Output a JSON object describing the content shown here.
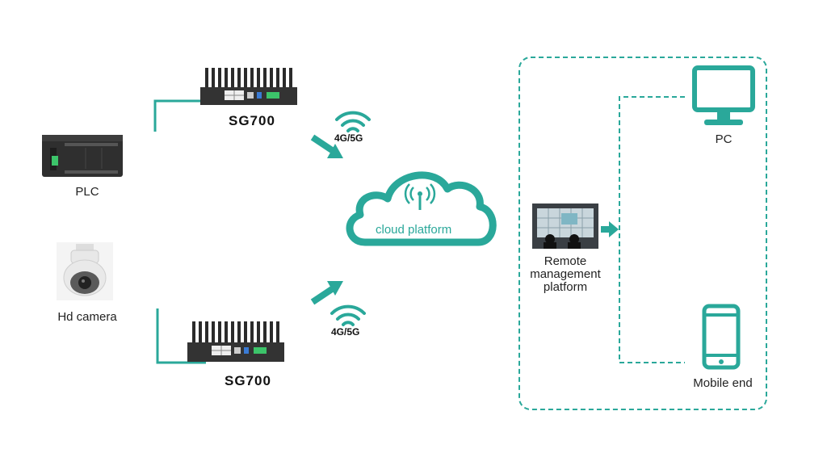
{
  "colors": {
    "accent": "#2aa89a",
    "device_dark": "#2b2b2b",
    "text": "#222222"
  },
  "plc": {
    "label": "PLC",
    "icon": "plc-controller-icon"
  },
  "camera": {
    "label": "Hd camera",
    "icon": "dome-camera-icon"
  },
  "gateway_top": {
    "label": "SG700",
    "icon": "industrial-router-icon"
  },
  "gateway_bottom": {
    "label": "SG700",
    "icon": "industrial-router-icon"
  },
  "network_top": {
    "label": "4G/5G",
    "icon": "wifi-signal-icon"
  },
  "network_bottom": {
    "label": "4G/5G",
    "icon": "wifi-signal-icon"
  },
  "cloud": {
    "label": "cloud platform",
    "icon": "cloud-icon"
  },
  "remote": {
    "label_lines": [
      "Remote",
      "management",
      "platform"
    ],
    "icon": "control-room-icon"
  },
  "pc": {
    "label": "PC",
    "icon": "monitor-icon"
  },
  "mobile": {
    "label": "Mobile end",
    "icon": "smartphone-icon"
  }
}
